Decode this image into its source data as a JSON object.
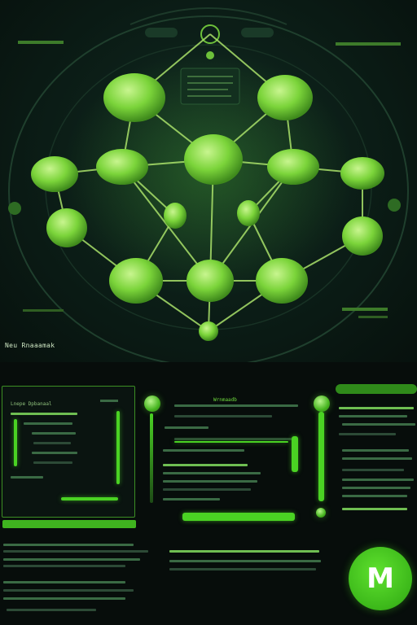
{
  "dashboard": {
    "panel_title": "Neu Rnaaamak",
    "left_panel": {
      "heading": "Lnepe Dpbanaal"
    },
    "center_panel": {
      "heading": "Wrnmaadb"
    },
    "brand": {
      "letter": "M"
    }
  },
  "colors": {
    "accent": "#4ad223",
    "node_fill": "#7bd43a",
    "background": "#08110d"
  },
  "icons": [
    "network-node-icon",
    "logo-m-icon",
    "slider-knob-icon"
  ]
}
